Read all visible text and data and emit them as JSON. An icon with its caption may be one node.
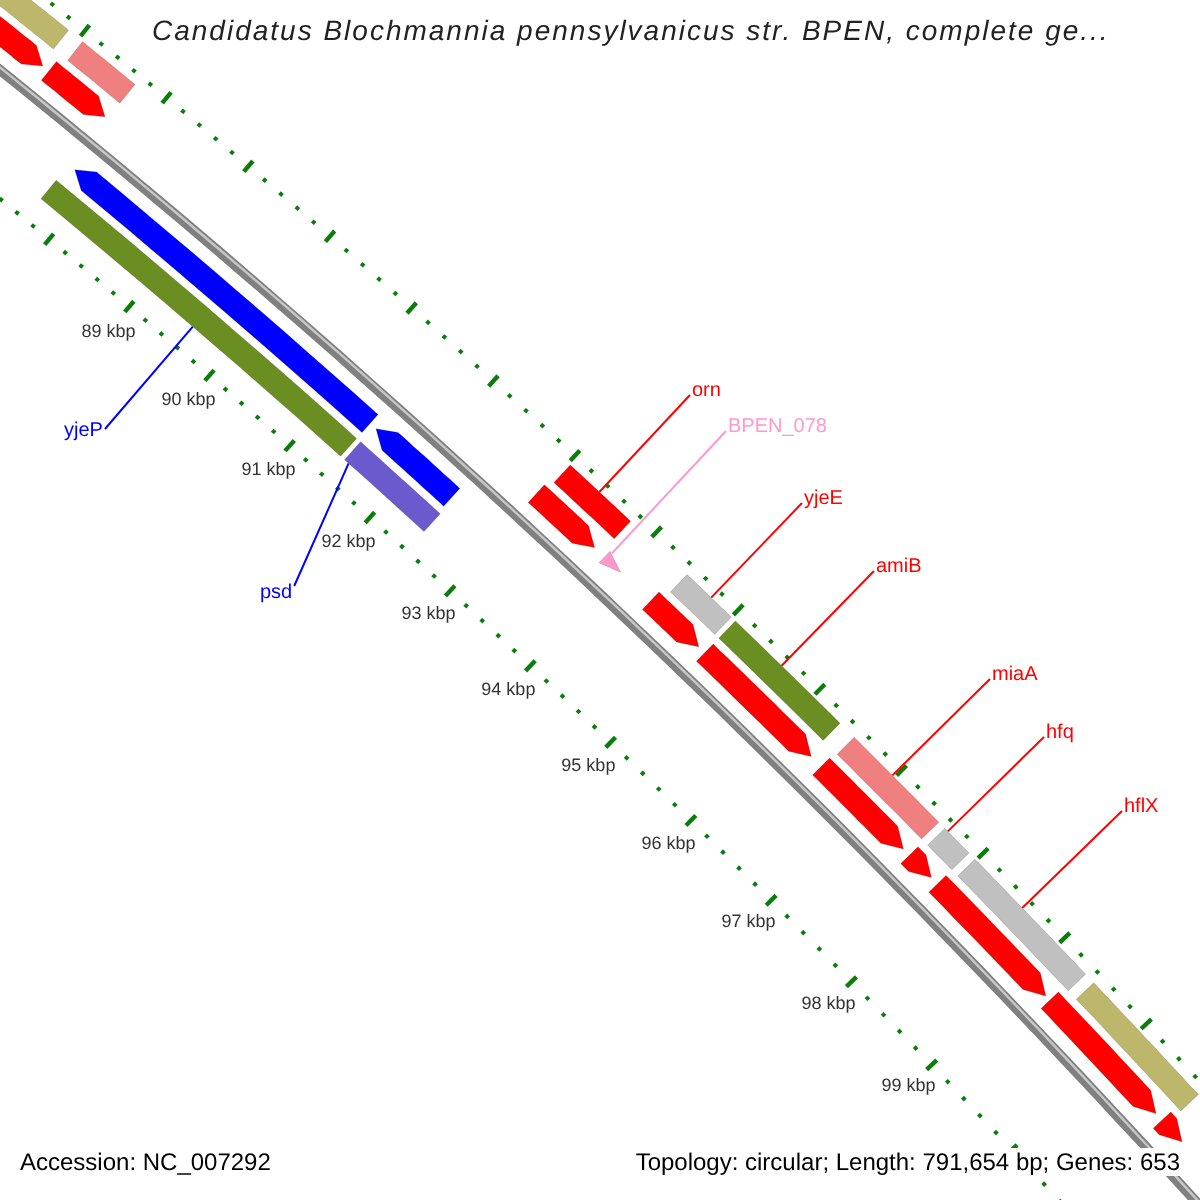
{
  "diagram": {
    "title": "Candidatus Blochmannia pennsylvanicus str. BPEN, complete ge...",
    "nodes": [
      {
        "text": [
          "yjeP"
        ]
      },
      {
        "text": [],
        "shape": "bar"
      },
      {
        "text": [
          "psd"
        ]
      },
      {
        "text": [],
        "shape": "bar"
      },
      {
        "text": [
          "orn"
        ]
      },
      {
        "text": [],
        "shape": "bar"
      },
      {
        "text": [
          "BPEN_078"
        ]
      },
      {
        "text": [],
        "shape": "triangle"
      },
      {
        "text": [
          "yjeE"
        ]
      },
      {
        "text": [],
        "shape": "bar"
      },
      {
        "text": [
          "amiB"
        ]
      },
      {
        "text": [],
        "shape": "bar"
      },
      {
        "text": [
          "miaA"
        ]
      },
      {
        "text": [],
        "shape": "bar"
      },
      {
        "text": [
          "hfq"
        ]
      },
      {
        "text": [],
        "shape": "bar"
      },
      {
        "text": [
          "hflX"
        ]
      },
      {
        "text": [],
        "shape": "bar"
      },
      {
        "text": [],
        "shape": "bar"
      },
      {
        "text": [],
        "shape": "bar"
      },
      {
        "text": [],
        "shape": "bar"
      },
      {
        "text": [],
        "shape": "bar"
      },
      {
        "text": [],
        "shape": "bar"
      },
      {
        "text": [],
        "shape": "bar"
      },
      {
        "text": [],
        "shape": "bar"
      },
      {
        "text": [],
        "shape": "bar"
      },
      {
        "text": [],
        "shape": "bar"
      },
      {
        "text": [],
        "shape": "bar"
      },
      {
        "text": [],
        "shape": "bar"
      },
      {
        "text": [],
        "shape": "bar"
      },
      {
        "text": [],
        "shape": "bar"
      },
      {
        "text": [],
        "shape": "bar"
      },
      {
        "text": [],
        "shape": "bar"
      }
    ],
    "edges": [
      {
        "from": 0,
        "to": 1,
        "arrow": "none",
        "color": "#0000ff"
      },
      {
        "from": 2,
        "to": 3,
        "arrow": "none",
        "color": "#0000ff"
      },
      {
        "from": 4,
        "to": 5,
        "arrow": "none"
      },
      {
        "from": 6,
        "to": 7,
        "arrow": "none",
        "color": "#ff99cc"
      },
      {
        "from": 8,
        "to": 9,
        "arrow": "none"
      },
      {
        "from": 10,
        "to": 11,
        "arrow": "none"
      },
      {
        "from": 12,
        "to": 13,
        "arrow": "none"
      },
      {
        "from": 14,
        "to": 15,
        "arrow": "none"
      },
      {
        "from": 16,
        "to": 17,
        "arrow": "none"
      }
    ],
    "labels": [
      "89 kbp",
      "90 kbp",
      "91 kbp",
      "92 kbp",
      "93 kbp",
      "94 kbp",
      "95 kbp",
      "96 kbp",
      "97 kbp",
      "98 kbp",
      "99 kbp",
      "Accession: NC_007292",
      "Topology: circular; Length: 791,654 bp; Genes: 653"
    ]
  }
}
